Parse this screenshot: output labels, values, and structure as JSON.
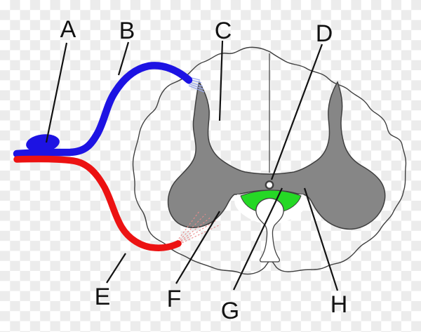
{
  "labels": {
    "a": "A",
    "b": "B",
    "c": "C",
    "d": "D",
    "e": "E",
    "f": "F",
    "g": "G",
    "h": "H"
  },
  "colors": {
    "sensory_neuron_blue": "#1d13e3",
    "motor_neuron_red": "#ec1212",
    "gray_matter": "#868686",
    "commissure_green": "#25d825",
    "rootlet_blue_light": "#97a6ec",
    "rootlet_red_light": "#e98b8b",
    "outline_dark": "#3f3f3f",
    "label_black": "#121212",
    "canvas_white": "#ffffff",
    "checker_gray": "#ececec"
  }
}
